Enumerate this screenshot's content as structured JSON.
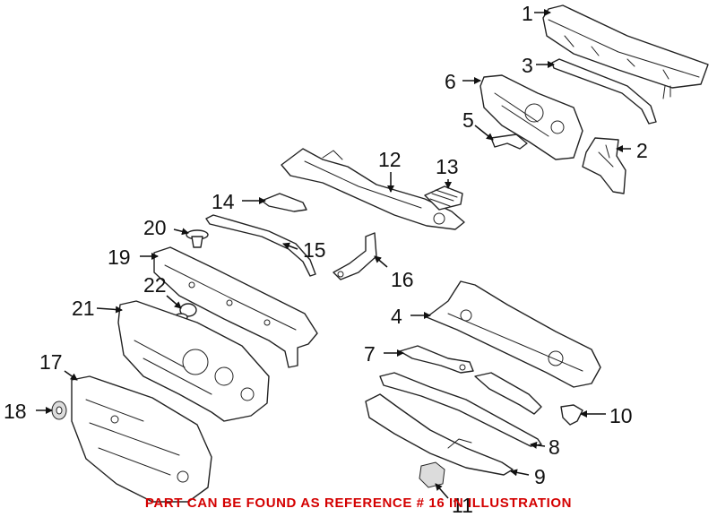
{
  "callouts": {
    "c1": "1",
    "c2": "2",
    "c3": "3",
    "c4": "4",
    "c5": "5",
    "c6": "6",
    "c7": "7",
    "c8": "8",
    "c9": "9",
    "c10": "10",
    "c11": "11",
    "c12": "12",
    "c13": "13",
    "c14": "14",
    "c15": "15",
    "c16": "16",
    "c17": "17",
    "c18": "18",
    "c19": "19",
    "c20": "20",
    "c21": "21",
    "c22": "22"
  },
  "note": "PART CAN BE FOUND AS REFERENCE # 16 IN ILLUSTRATION",
  "colors": {
    "note": "#d40000",
    "line": "#222222"
  }
}
